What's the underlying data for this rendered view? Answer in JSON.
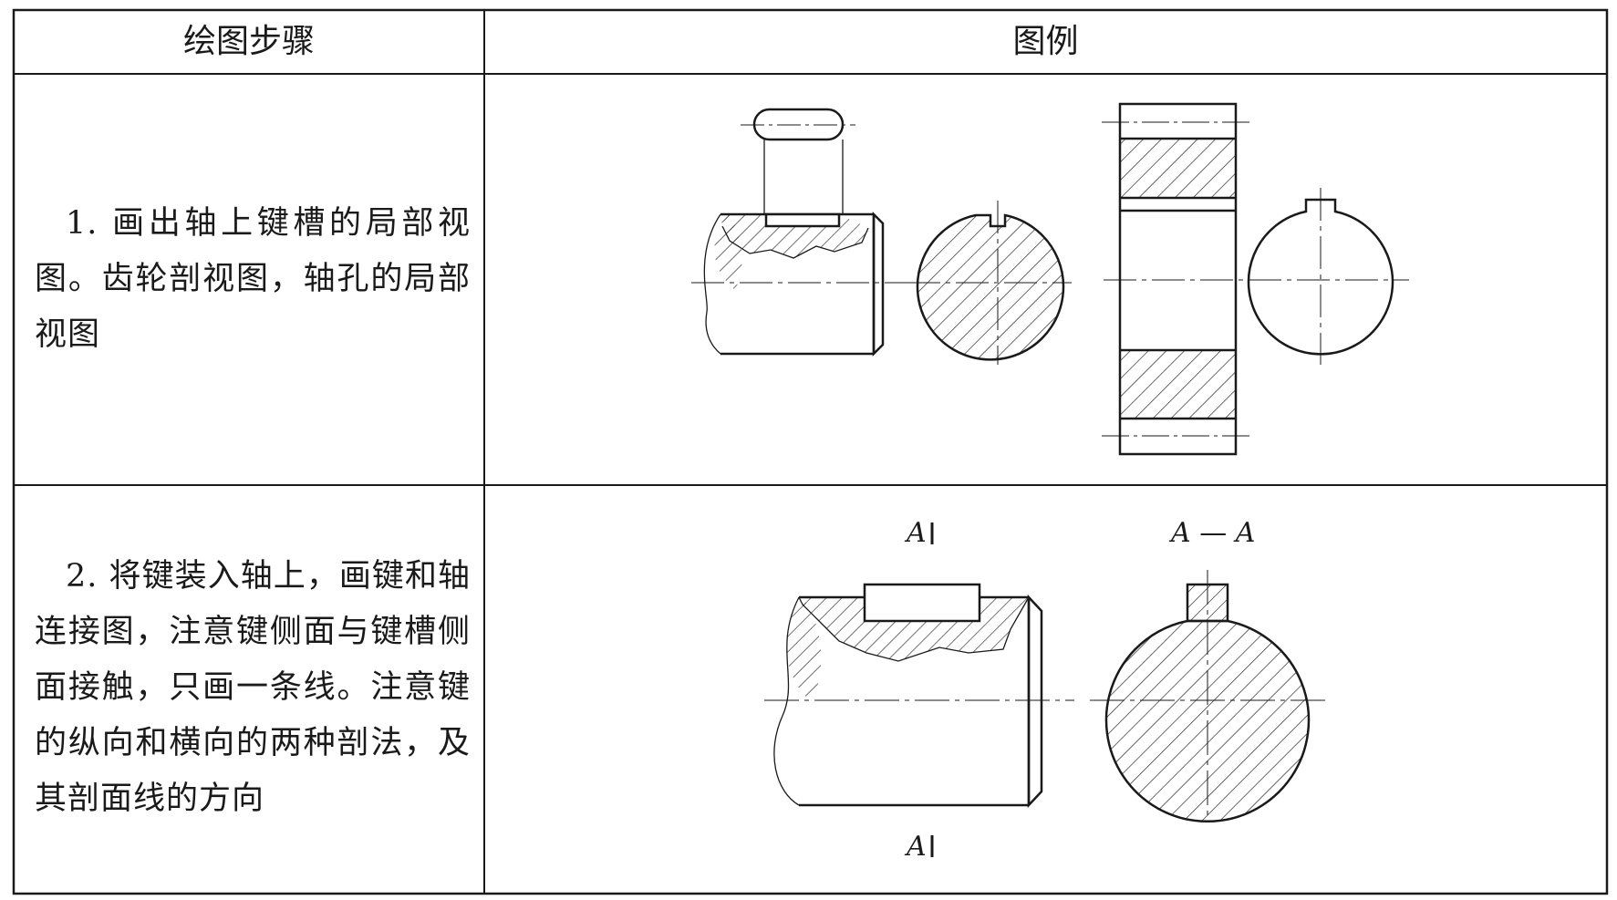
{
  "table": {
    "headers": [
      "绘图步骤",
      "图例"
    ],
    "rows": [
      {
        "step": "1. 画出轴上键槽的局部视图。齿轮剖视图，轴孔的局部视图"
      },
      {
        "step": "2. 将键装入轴上，画键和轴连接图，注意键侧面与键槽侧面接触，只画一条线。注意键的纵向和横向的两种剖法，及其剖面线的方向",
        "labels": {
          "cut_top": "A",
          "cut_bottom": "A",
          "section": "A — A"
        }
      }
    ]
  },
  "colors": {
    "line": "#1a1a1a",
    "background": "#ffffff"
  }
}
